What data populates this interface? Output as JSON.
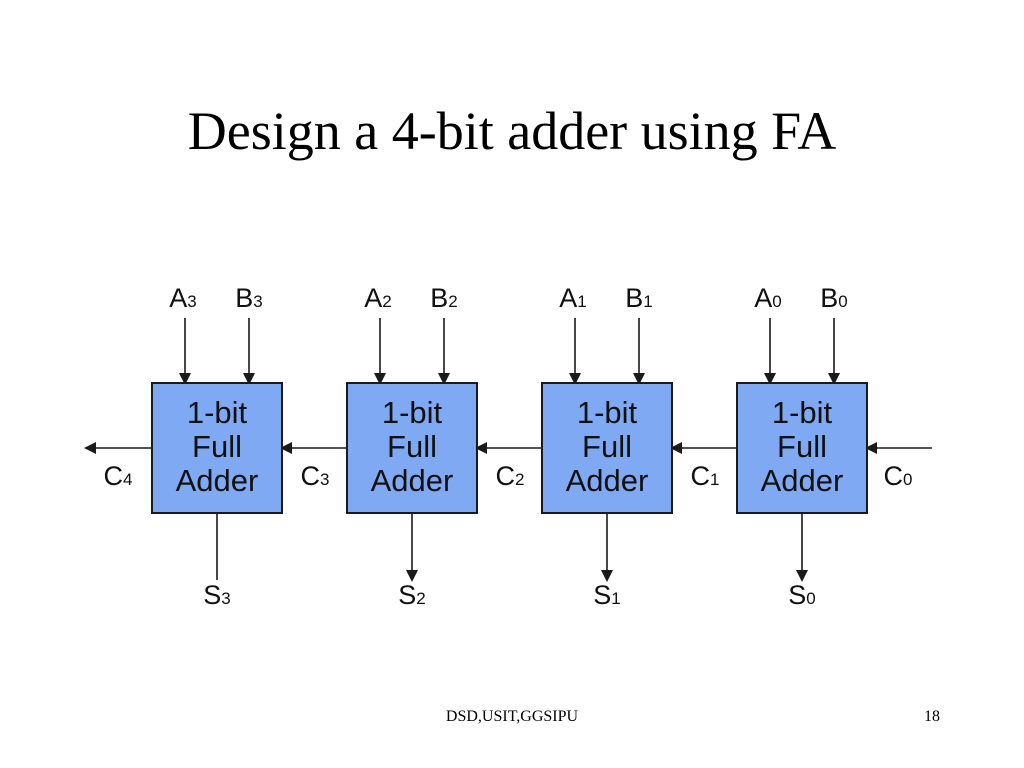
{
  "title": "Design a 4-bit adder using FA",
  "colors": {
    "block_fill": "#7fa9f2",
    "block_stroke": "#1a1a1a",
    "wire": "#1a1a1a"
  },
  "blocks": [
    {
      "lines": [
        "1-bit",
        "Full",
        "Adder"
      ],
      "a": {
        "base": "A",
        "sub": "3"
      },
      "b": {
        "base": "B",
        "sub": "3"
      },
      "sum": {
        "base": "S",
        "sub": "3"
      },
      "carry_out": {
        "base": "C",
        "sub": "4"
      }
    },
    {
      "lines": [
        "1-bit",
        "Full",
        "Adder"
      ],
      "a": {
        "base": "A",
        "sub": "2"
      },
      "b": {
        "base": "B",
        "sub": "2"
      },
      "sum": {
        "base": "S",
        "sub": "2"
      },
      "carry_out": {
        "base": "C",
        "sub": "3"
      }
    },
    {
      "lines": [
        "1-bit",
        "Full",
        "Adder"
      ],
      "a": {
        "base": "A",
        "sub": "1"
      },
      "b": {
        "base": "B",
        "sub": "1"
      },
      "sum": {
        "base": "S",
        "sub": "1"
      },
      "carry_out": {
        "base": "C",
        "sub": "2"
      }
    },
    {
      "lines": [
        "1-bit",
        "Full",
        "Adder"
      ],
      "a": {
        "base": "A",
        "sub": "0"
      },
      "b": {
        "base": "B",
        "sub": "0"
      },
      "sum": {
        "base": "S",
        "sub": "0"
      },
      "carry_out": {
        "base": "C",
        "sub": "1"
      }
    }
  ],
  "carry_in": {
    "base": "C",
    "sub": "0"
  },
  "footer": {
    "center_text": "DSD,USIT,GGSIPU",
    "page_number": "18"
  }
}
